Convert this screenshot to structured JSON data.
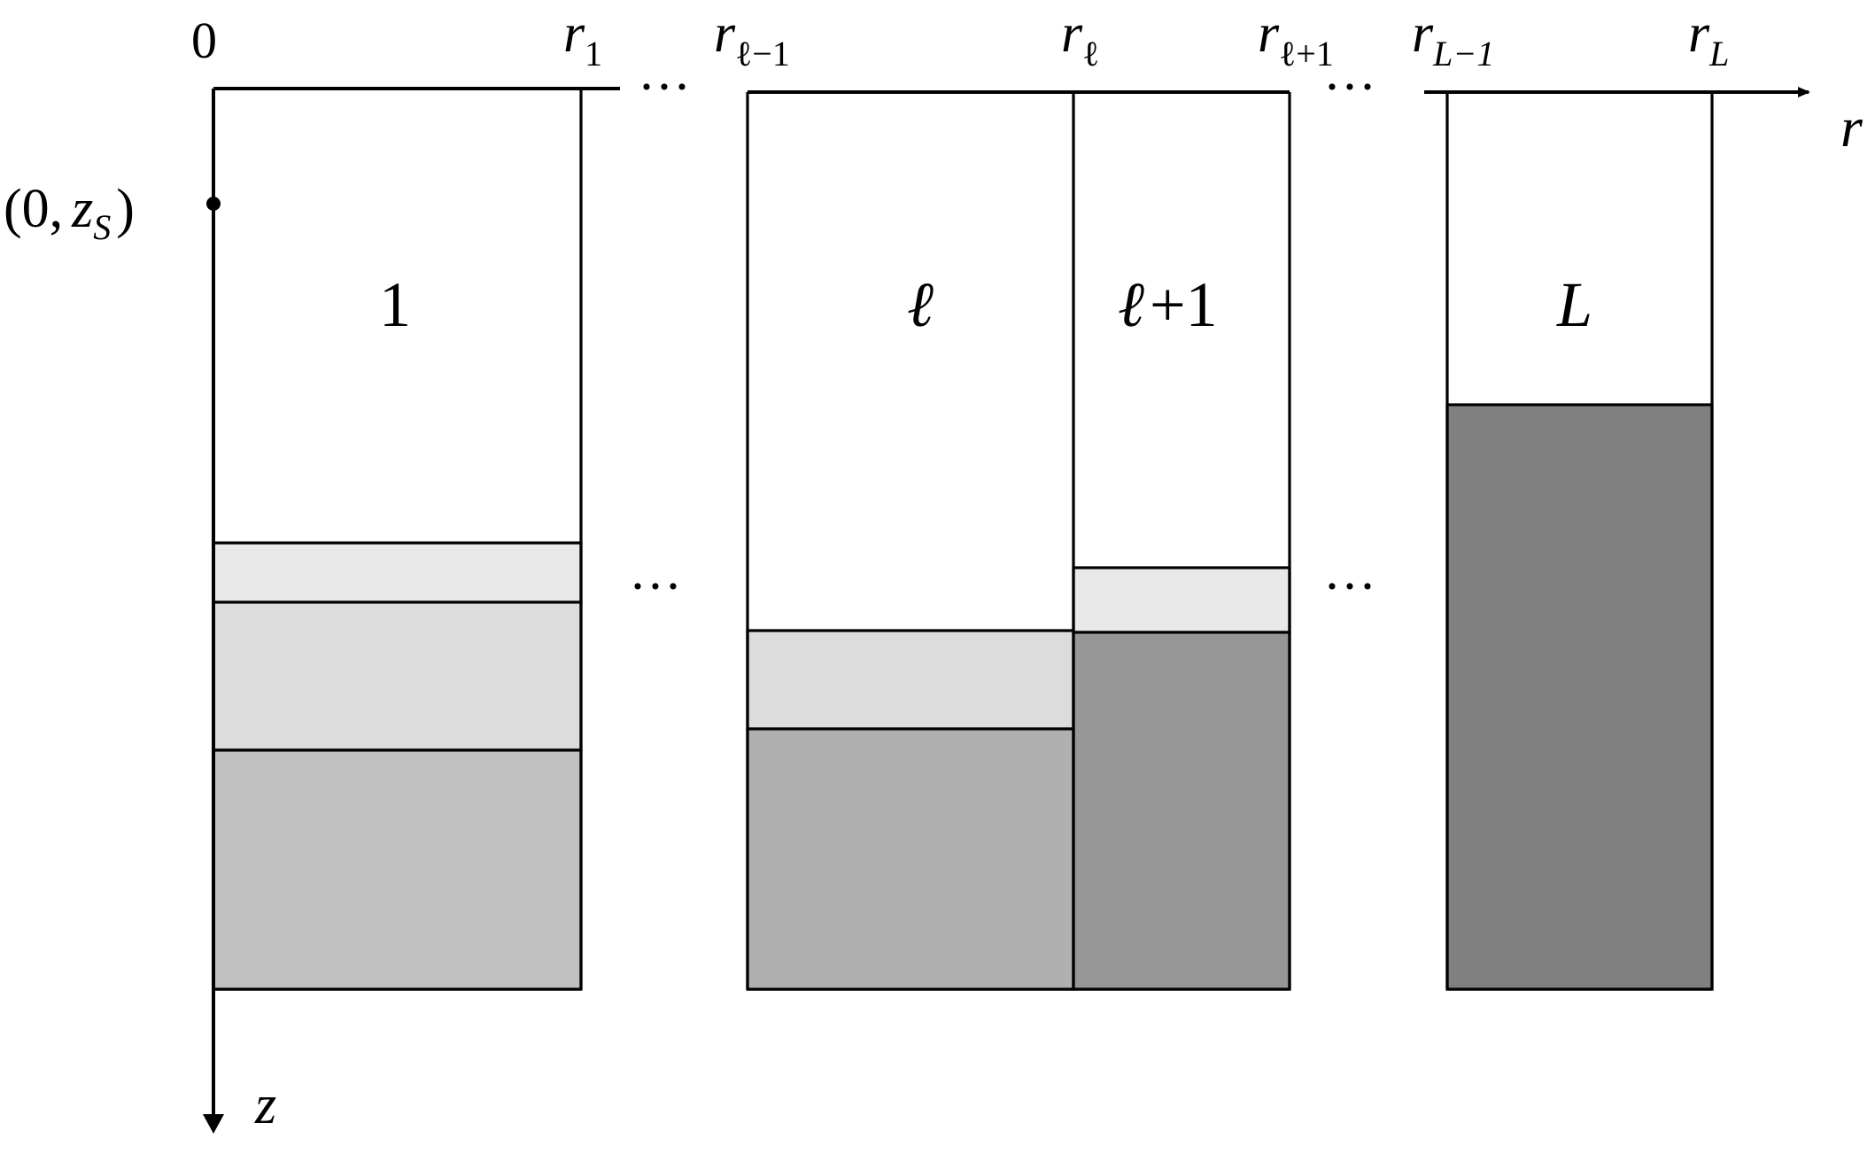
{
  "colors": {
    "stroke": "#000000",
    "background": "#ffffff",
    "shade_lightest": "#e9e9e9",
    "shade_light": "#dcdcdc",
    "shade_medium": "#c0c0c0",
    "shade_medium_dark": "#b0b0b0",
    "shade_dark": "#969696",
    "shade_darkest": "#808080"
  },
  "labels": {
    "origin": "0",
    "source_point_open": "(0,",
    "source_point_var": "z",
    "source_point_sub": "S",
    "source_point_close": ")",
    "r_axis": "r",
    "z_axis": "z",
    "ellipsis": "···",
    "r_symbol": "r",
    "r1_sub": "1",
    "r_lm1_sub": "ℓ−1",
    "r_l_sub": "ℓ",
    "r_lp1_sub": "ℓ+1",
    "r_Lm1_sub": "L−1",
    "r_L_sub": "L",
    "region_1": "1",
    "region_l": "ℓ",
    "region_lp1_var": "ℓ",
    "region_lp1_rest": "+1",
    "region_L": "L"
  }
}
